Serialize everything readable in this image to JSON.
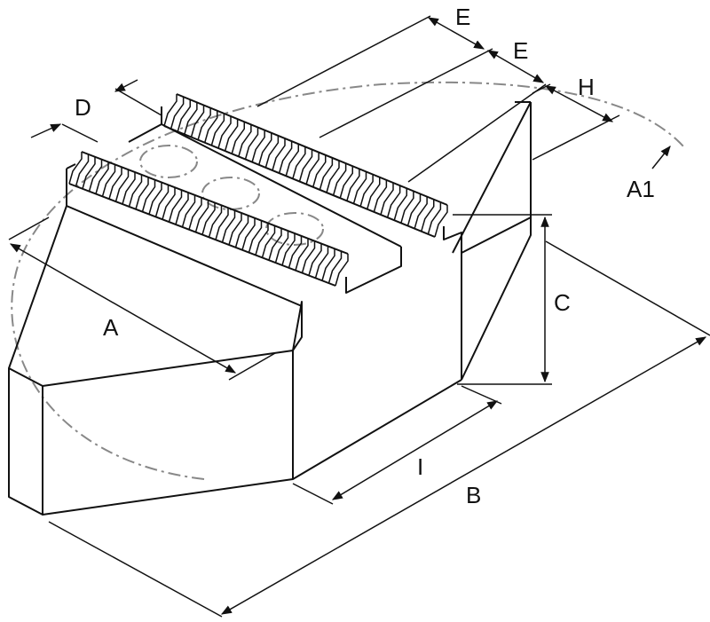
{
  "labels": {
    "A": "A",
    "A1": "A1",
    "B": "B",
    "C": "C",
    "D": "D",
    "E1": "E",
    "E2": "E",
    "H": "H",
    "I": "I"
  },
  "colors": {
    "line": "#111111",
    "centerline": "#888888"
  }
}
